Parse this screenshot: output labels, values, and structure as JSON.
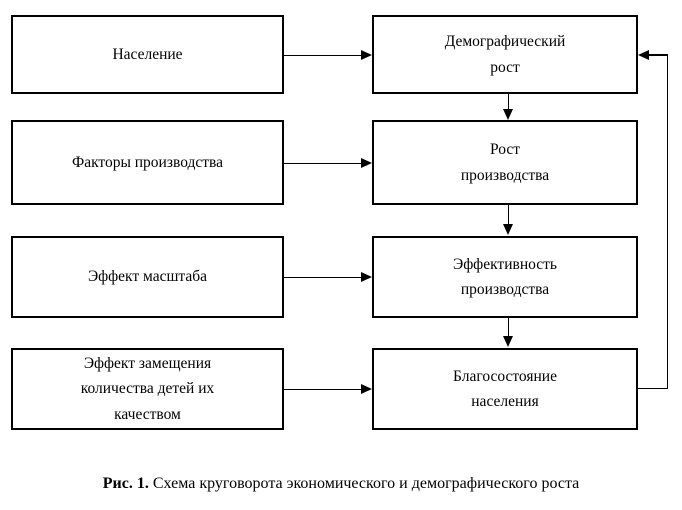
{
  "figure": {
    "title_caption_bold": "Рис. 1.",
    "title_caption_rest": " Схема круговорота экономического и демографического роста",
    "colors": {
      "box_border": "#000000",
      "box_fill": "#ffffff",
      "connector": "#000000",
      "text": "#000000",
      "background": "#ffffff"
    }
  },
  "nodes": {
    "left": [
      {
        "id": "population",
        "label": "Население"
      },
      {
        "id": "factors-production",
        "label": "Факторы производства"
      },
      {
        "id": "scale-effect",
        "label": "Эффект масштаба"
      },
      {
        "id": "substitution-effect",
        "label": "Эффект замещения\nколичества детей их\nкачеством"
      }
    ],
    "right": [
      {
        "id": "demographic-growth",
        "label": "Демографический\nрост"
      },
      {
        "id": "production-growth",
        "label": "Рост\nпроизводства"
      },
      {
        "id": "production-efficiency",
        "label": "Эффективность\nпроизводства"
      },
      {
        "id": "population-wellbeing",
        "label": "Благосостояние\nнаселения"
      }
    ]
  },
  "edges": [
    {
      "id": "e1",
      "from": "population",
      "to": "demographic-growth",
      "direction": "right"
    },
    {
      "id": "e2",
      "from": "factors-production",
      "to": "production-growth",
      "direction": "right"
    },
    {
      "id": "e3",
      "from": "scale-effect",
      "to": "production-efficiency",
      "direction": "right"
    },
    {
      "id": "e4",
      "from": "substitution-effect",
      "to": "population-wellbeing",
      "direction": "right"
    },
    {
      "id": "e5",
      "from": "demographic-growth",
      "to": "production-growth",
      "direction": "down"
    },
    {
      "id": "e6",
      "from": "production-growth",
      "to": "production-efficiency",
      "direction": "down"
    },
    {
      "id": "e7",
      "from": "production-efficiency",
      "to": "population-wellbeing",
      "direction": "down"
    },
    {
      "id": "e8",
      "from": "population-wellbeing",
      "to": "demographic-growth",
      "direction": "feedback-loop"
    }
  ]
}
